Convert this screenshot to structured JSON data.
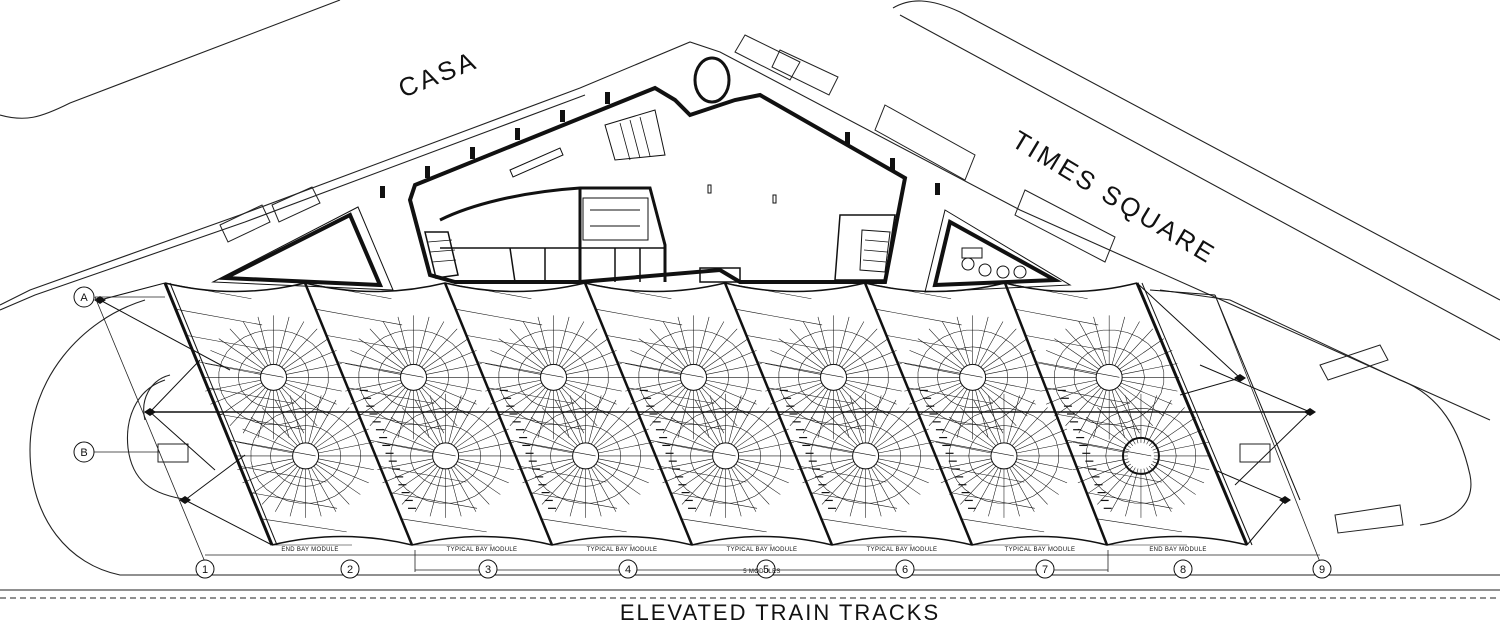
{
  "street_labels": {
    "casa": "CASA",
    "times_square": "TIMES SQUARE",
    "train_tracks": "ELEVATED TRAIN TRACKS"
  },
  "row_grid": [
    "A",
    "B"
  ],
  "column_grid": [
    "1",
    "2",
    "3",
    "4",
    "5",
    "6",
    "7",
    "8",
    "9"
  ],
  "module_labels": {
    "end_left": "END BAY MODULE",
    "typical": [
      "TYPICAL BAY MODULE",
      "TYPICAL BAY MODULE",
      "TYPICAL BAY MODULE",
      "TYPICAL BAY MODULE",
      "TYPICAL BAY MODULE"
    ],
    "end_right": "END BAY MODULE",
    "total": "5 MODULES"
  },
  "colors": {
    "ink": "#111111",
    "paper": "#ffffff"
  }
}
